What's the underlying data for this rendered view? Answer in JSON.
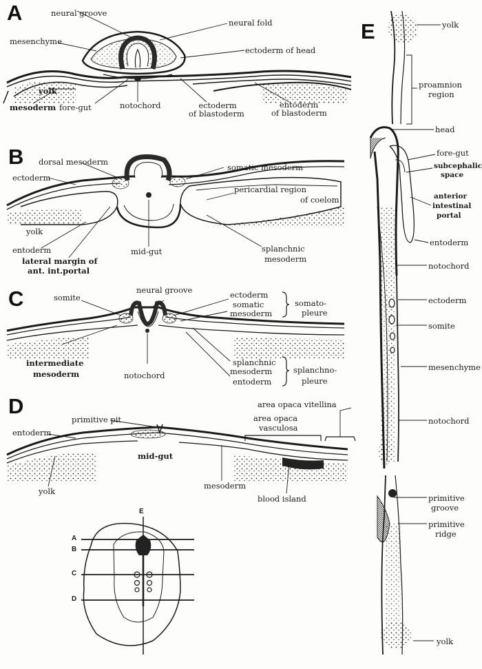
{
  "panels": {
    "A": {
      "letter": "A",
      "labels": {
        "neural_groove": "neural groove",
        "neural_fold": "neural fold",
        "mesenchyme": "mesenchyme",
        "ectoderm_of_head": "ectoderm of head",
        "yolk": "yolk",
        "mesoderm": "mesoderm",
        "fore_gut": "fore-gut",
        "notochord": "notochord",
        "ectoderm_of": "ectoderm",
        "of_blastoderm_1": "of blastoderm",
        "entoderm_of": "entoderm",
        "of_blastoderm_2": "of blastoderm"
      }
    },
    "B": {
      "letter": "B",
      "labels": {
        "dorsal_mesoderm": "dorsal mesoderm",
        "somatic_mesoderm": "somatic mesoderm",
        "ectoderm": "ectoderm",
        "pericardial_1": "pericardial region",
        "pericardial_2": "of coelom",
        "yolk": "yolk",
        "entoderm": "entoderm",
        "mid_gut": "mid-gut",
        "splanchnic": "splanchnic",
        "splanchnic_meso": "mesoderm",
        "lateral_1": "lateral margin of",
        "lateral_2": "ant. int.portal"
      }
    },
    "C": {
      "letter": "C",
      "labels": {
        "somite": "somite",
        "neural_groove": "neural groove",
        "ectoderm": "ectoderm",
        "somatic": "somatic",
        "mesoderm_1": "mesoderm",
        "somatopleure_1": "somato-",
        "somatopleure_2": "pleure",
        "intermediate": "intermediate",
        "mesoderm_2": "mesoderm",
        "notochord": "notochord",
        "splanchnic": "splanchnic",
        "mesoderm_3": "mesoderm",
        "entoderm": "entoderm",
        "splanchnopleure_1": "splanchno-",
        "splanchnopleure_2": "pleure"
      }
    },
    "D": {
      "letter": "D",
      "labels": {
        "primitive_pit": "primitive pit",
        "area_opaca_vitellina": "area opaca vitellina",
        "area_opaca": "area opaca",
        "vasculosa": "vasculosa",
        "entoderm": "entoderm",
        "mid_gut": "mid-gut",
        "yolk": "yolk",
        "mesoderm": "mesoderm",
        "blood_island": "blood island"
      }
    },
    "key": {
      "E": "E",
      "A": "A",
      "B": "B",
      "C": "C",
      "D": "D"
    },
    "E": {
      "letter": "E",
      "labels": {
        "yolk_top": "yolk",
        "proamnion_1": "proamnion",
        "proamnion_2": "region",
        "head": "head",
        "fore_gut": "fore-gut",
        "subcephalic_1": "subcephalic",
        "subcephalic_2": "space",
        "anterior_1": "anterior",
        "anterior_2": "intestinal",
        "anterior_3": "portal",
        "entoderm": "entoderm",
        "notochord_1": "notochord",
        "ectoderm": "ectoderm",
        "somite": "somite",
        "mesenchyme": "mesenchyme",
        "notochord_2": "notochord",
        "primitive_groove_1": "primitive",
        "primitive_groove_2": "groove",
        "primitive_ridge_1": "primitive",
        "primitive_ridge_2": "ridge",
        "yolk_bottom": "yolk"
      }
    }
  }
}
